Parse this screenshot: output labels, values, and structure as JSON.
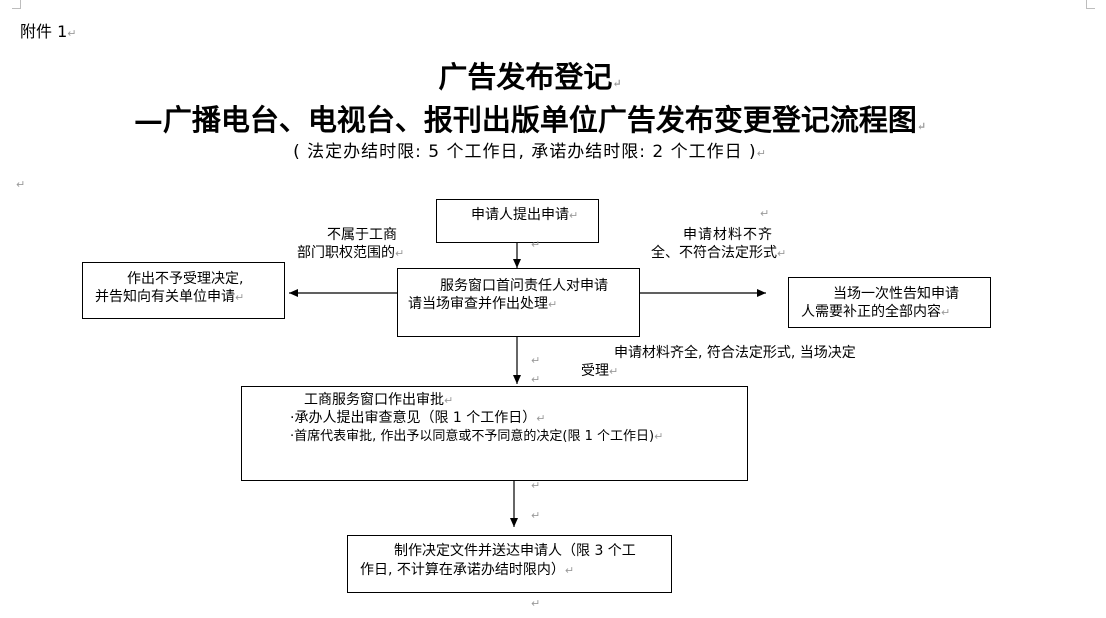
{
  "header": {
    "attachment": "附件 1",
    "title": "广告发布登记",
    "subtitle": "—广播电台、电视台、报刊出版单位广告发布变更登记流程图",
    "time_limit": "( 法定办结时限: 5 个工作日, 承诺办结时限: 2 个工作日 )"
  },
  "flow": {
    "start": "申请人提出申请",
    "window_review": [
      "服务窗口首问责任人对申请",
      "请当场审查并作出处理"
    ],
    "reject": [
      "作出不予受理决定,",
      "并告知向有关单位申请"
    ],
    "notify": [
      "当场一次性告知申请",
      "人需要补正的全部内容"
    ],
    "approval": {
      "title": "工商服务窗口作出审批",
      "items": [
        "·承办人提出审查意见（限 1 个工作日）",
        "·首席代表审批, 作出予以同意或不予同意的决定(限 1 个工作日)"
      ]
    },
    "deliver": [
      "制作决定文件并送达申请人（限 3 个工",
      "作日, 不计算在承诺办结时限内）"
    ]
  },
  "labels": {
    "not_in_scope": [
      "不属于工商",
      "部门职权范围的"
    ],
    "incomplete": [
      "申请材料不齐",
      "全、不符合法定形式"
    ],
    "accepted": [
      "申请材料齐全, 符合法定形式, 当场决定",
      "受理"
    ]
  },
  "editor_marks": {
    "paragraph": "↵"
  }
}
